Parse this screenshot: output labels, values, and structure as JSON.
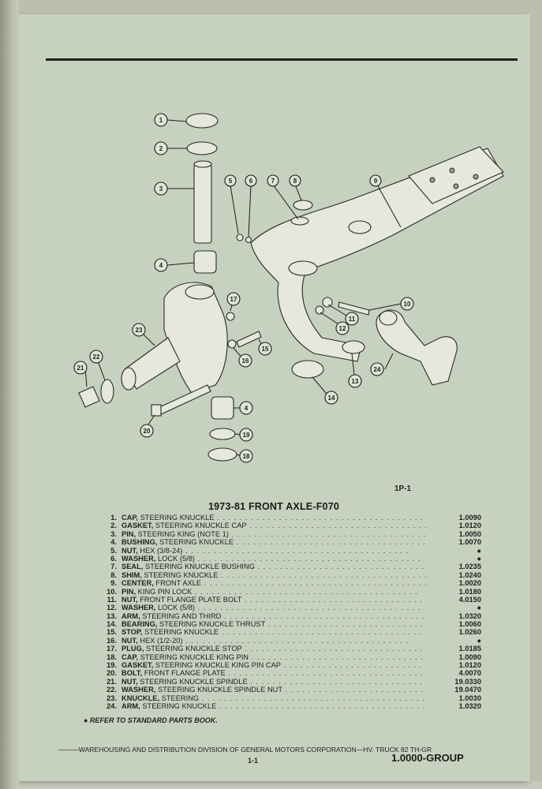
{
  "figure_code": "1P-1",
  "title": "1973-81 FRONT AXLE-F070",
  "parts": [
    {
      "num": "1.",
      "name": "CAP,",
      "desc": " STEERING KNUCKLE",
      "group": "1.0090"
    },
    {
      "num": "2.",
      "name": "GASKET,",
      "desc": " STEERING KNUCKLE CAP",
      "group": "1.0120"
    },
    {
      "num": "3.",
      "name": "PIN,",
      "desc": " STEERING KING (NOTE 1)",
      "group": "1.0050"
    },
    {
      "num": "4.",
      "name": "BUSHING,",
      "desc": " STEERING KNUCKLE",
      "group": "1.0070"
    },
    {
      "num": "5.",
      "name": "NUT,",
      "desc": " HEX (3/8-24)",
      "group": "●"
    },
    {
      "num": "6.",
      "name": "WASHER,",
      "desc": " LOCK (5/8)",
      "group": "●"
    },
    {
      "num": "7.",
      "name": "SEAL,",
      "desc": " STEERING KNUCKLE BUSHING",
      "group": "1.0235"
    },
    {
      "num": "8.",
      "name": "SHIM,",
      "desc": " STEERING KNUCKLE",
      "group": "1.0240"
    },
    {
      "num": "9.",
      "name": "CENTER,",
      "desc": " FRONT AXLE",
      "group": "1.0020"
    },
    {
      "num": "10.",
      "name": "PIN,",
      "desc": " KING PIN LOCK",
      "group": "1.0180"
    },
    {
      "num": "11.",
      "name": "NUT,",
      "desc": " FRONT FLANGE PLATE BOLT",
      "group": "4.0150"
    },
    {
      "num": "12.",
      "name": "WASHER,",
      "desc": " LOCK (5/8)",
      "group": "●"
    },
    {
      "num": "13.",
      "name": "ARM,",
      "desc": " STEERING AND THIRD",
      "group": "1.0320"
    },
    {
      "num": "14.",
      "name": "BEARING,",
      "desc": " STEERING KNUCKLE THRUST",
      "group": "1.0060"
    },
    {
      "num": "15.",
      "name": "STOP,",
      "desc": " STEERING KNUCKLE",
      "group": "1.0260"
    },
    {
      "num": "16.",
      "name": "NUT,",
      "desc": " HEX (1/2-20)",
      "group": "●"
    },
    {
      "num": "17.",
      "name": "PLUG,",
      "desc": " STEERING KNUCKLE STOP",
      "group": "1.0185"
    },
    {
      "num": "18.",
      "name": "CAP,",
      "desc": " STEERING KNUCKLE KING PIN",
      "group": "1.0090"
    },
    {
      "num": "19.",
      "name": "GASKET,",
      "desc": " STEERING KNUCKLE KING PIN CAP",
      "group": "1.0120"
    },
    {
      "num": "20.",
      "name": "BOLT,",
      "desc": " FRONT FLANGE PLATE",
      "group": "4.0070"
    },
    {
      "num": "21.",
      "name": "NUT,",
      "desc": " STEERING KNUCKLE SPINDLE",
      "group": "19.0330"
    },
    {
      "num": "22.",
      "name": "WASHER,",
      "desc": " STEERING KNUCKLE SPINDLE NUT",
      "group": "19.0470"
    },
    {
      "num": "23.",
      "name": "KNUCKLE,",
      "desc": " STEERING",
      "group": "1.0030"
    },
    {
      "num": "24.",
      "name": "ARM,",
      "desc": " STEERING KNUCKLE",
      "group": "1.0320"
    }
  ],
  "note": "● REFER TO STANDARD PARTS BOOK.",
  "footer": {
    "line": "———WAREHOUSING AND DISTRIBUTION  DIVISION OF GENERAL MOTORS CORPORATION—HV. TRUCK 82 TH-GR",
    "page": "1-1",
    "group": "1.0000-GROUP"
  },
  "callouts": [
    "1",
    "2",
    "3",
    "4",
    "5",
    "6",
    "7",
    "8",
    "9",
    "10",
    "11",
    "12",
    "13",
    "14",
    "15",
    "16",
    "17",
    "18",
    "19",
    "20",
    "21",
    "22",
    "23",
    "24",
    "4"
  ]
}
